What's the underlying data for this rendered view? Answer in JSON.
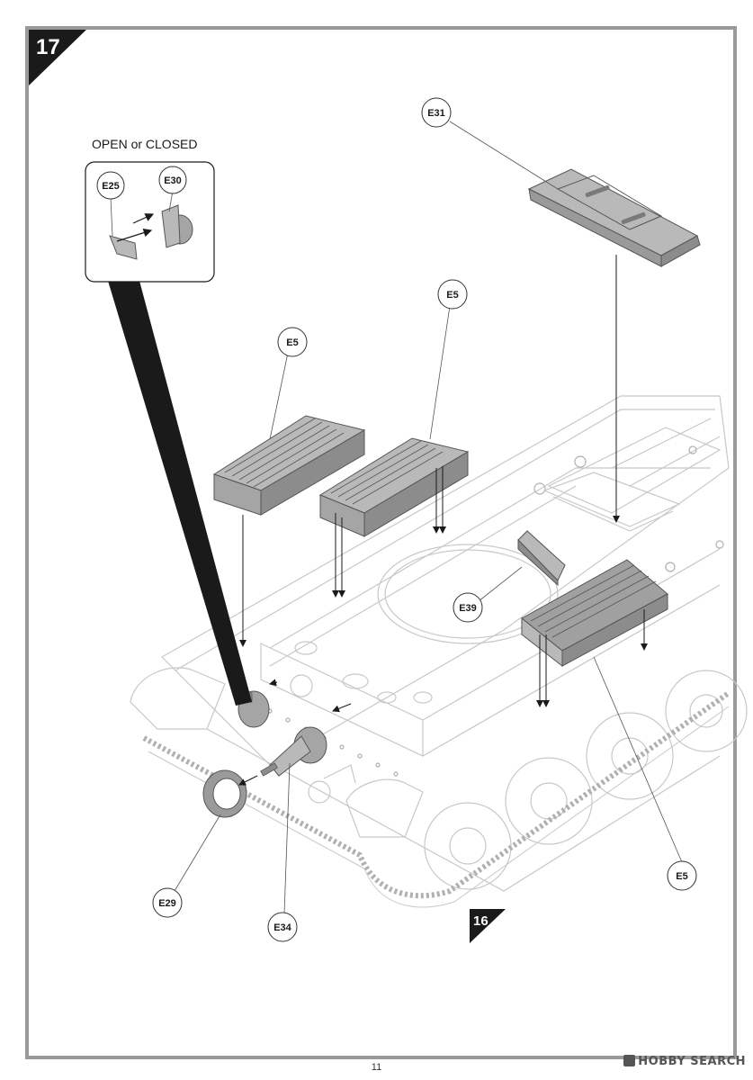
{
  "step": {
    "number": "17",
    "next_step": "16"
  },
  "inset": {
    "title": "OPEN or CLOSED",
    "parts": [
      "E25",
      "E30"
    ]
  },
  "callouts": {
    "e31": "E31",
    "e5_left": "E5",
    "e5_mid": "E5",
    "e5_right": "E5",
    "e39": "E39",
    "e29": "E29",
    "e34": "E34"
  },
  "footer": {
    "page_number": "11",
    "watermark": "HOBBY SEARCH"
  },
  "colors": {
    "frame": "#9a9a9a",
    "part_fill": "#b9b9b9",
    "part_dark": "#8c8c8c",
    "line_art": "#c8c8c8",
    "ink": "#1a1a1a"
  }
}
